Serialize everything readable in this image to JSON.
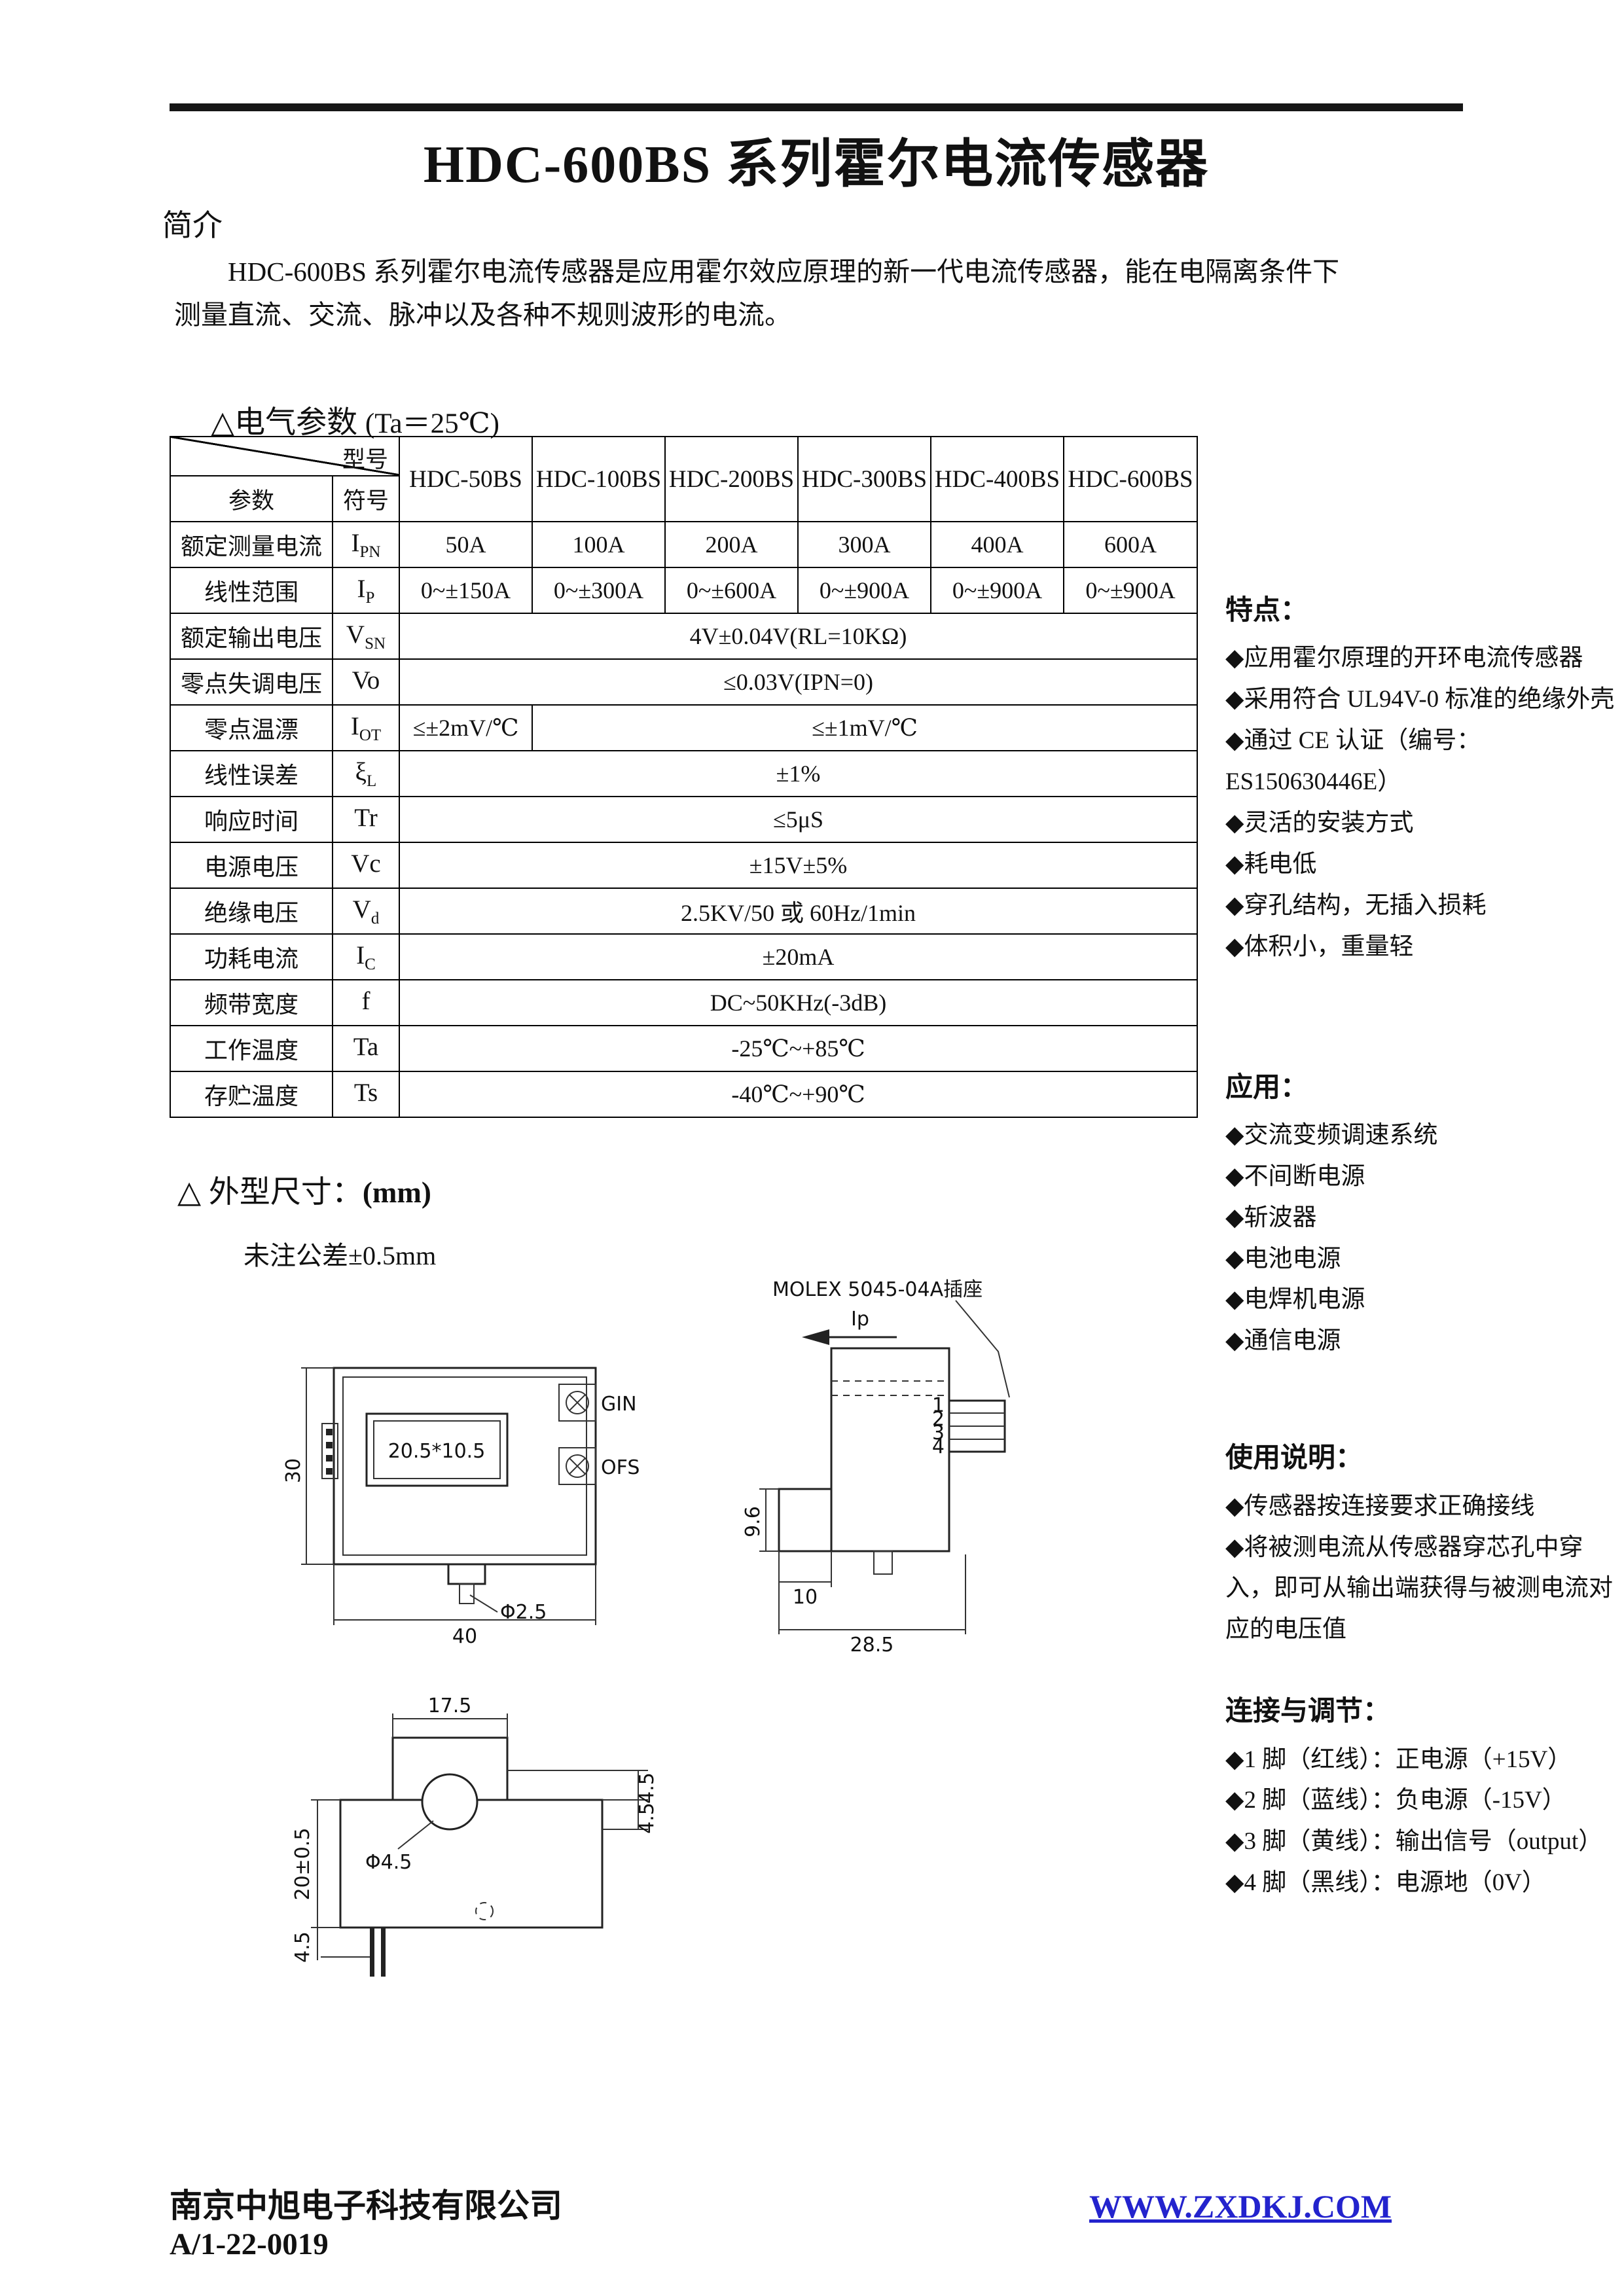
{
  "doc": {
    "title": "HDC-600BS 系列霍尔电流传感器",
    "intro_heading": "简介",
    "intro_text": "HDC-600BS 系列霍尔电流传感器是应用霍尔效应原理的新一代电流传感器，能在电隔离条件下测量直流、交流、脉冲以及各种不规则波形的电流。"
  },
  "params": {
    "heading": "△电气参数",
    "heading_note": "(Ta＝25℃)",
    "corner_top": "型号",
    "corner_left": "参数",
    "corner_mid": "符号",
    "models": [
      "HDC-50BS",
      "HDC-100BS",
      "HDC-200BS",
      "HDC-300BS",
      "HDC-400BS",
      "HDC-600BS"
    ],
    "rows": [
      {
        "label": "额定测量电流",
        "sym": "I",
        "sub": "PN",
        "cells": [
          "50A",
          "100A",
          "200A",
          "300A",
          "400A",
          "600A"
        ]
      },
      {
        "label": "线性范围",
        "sym": "I",
        "sub": "P",
        "cells": [
          "0~±150A",
          "0~±300A",
          "0~±600A",
          "0~±900A",
          "0~±900A",
          "0~±900A"
        ]
      },
      {
        "label": "额定输出电压",
        "sym": "V",
        "sub": "SN",
        "span": "4V±0.04V(RL=10KΩ)"
      },
      {
        "label": "零点失调电压",
        "sym": "Vo",
        "sub": "",
        "span": "≤0.03V(IPN=0)"
      },
      {
        "label": "零点温漂",
        "sym": "I",
        "sub": "OT",
        "cell_a": "≤±2mV/℃",
        "cell_b": "≤±1mV/℃"
      },
      {
        "label": "线性误差",
        "sym": "ξ",
        "sub": "L",
        "span": "±1%"
      },
      {
        "label": "响应时间",
        "sym": "Tr",
        "sub": "",
        "span": "≤5μS"
      },
      {
        "label": "电源电压",
        "sym": "Vc",
        "sub": "",
        "span": "±15V±5%"
      },
      {
        "label": "绝缘电压",
        "sym": "V",
        "sub": "d",
        "span": "2.5KV/50 或 60Hz/1min"
      },
      {
        "label": "功耗电流",
        "sym": "I",
        "sub": "C",
        "span": "±20mA"
      },
      {
        "label": "频带宽度",
        "sym": "f",
        "sub": "",
        "span": "DC~50KHz(-3dB)"
      },
      {
        "label": "工作温度",
        "sym": "Ta",
        "sub": "",
        "span": "-25℃~+85℃"
      },
      {
        "label": "存贮温度",
        "sym": "Ts",
        "sub": "",
        "span": "-40℃~+90℃"
      }
    ]
  },
  "sidebar": {
    "features": {
      "heading": "特点：",
      "items": [
        "◆应用霍尔原理的开环电流传感器",
        "◆采用符合 UL94V-0 标准的绝缘外壳",
        "◆通过 CE 认证（编号：ES150630446E）",
        "◆灵活的安装方式",
        "◆耗电低",
        "◆穿孔结构，无插入损耗",
        "◆体积小，重量轻"
      ]
    },
    "applications": {
      "heading": "应用：",
      "items": [
        "◆交流变频调速系统",
        "◆不间断电源",
        "◆斩波器",
        "◆电池电源",
        "◆电焊机电源",
        "◆通信电源"
      ]
    },
    "usage": {
      "heading": "使用说明：",
      "items": [
        "◆传感器按连接要求正确接线",
        "◆将被测电流从传感器穿芯孔中穿入，即可从输出端获得与被测电流对应的电压值"
      ]
    },
    "connection": {
      "heading": "连接与调节：",
      "items": [
        "◆1 脚（红线）：正电源（+15V）",
        "◆2 脚（蓝线）：负电源（-15V）",
        "◆3 脚（黄线）：输出信号（output）",
        "◆4 脚（黑线）：电源地（0V）"
      ]
    }
  },
  "dims": {
    "heading": "△ 外型尺寸：",
    "unit": "(mm)",
    "tolerance": "未注公差±0.5mm",
    "front": {
      "h": "30",
      "w": "40",
      "aperture": "20.5*10.5",
      "gin": "GIN",
      "ofs": "OFS",
      "hole": "Φ2.5"
    },
    "side": {
      "connector": "MOLEX 5045-04A插座",
      "current": "Ip",
      "pins": [
        "1",
        "2",
        "3",
        "4"
      ],
      "foot_h": "9.6",
      "foot_w": "10",
      "w": "28.5"
    },
    "top": {
      "w": "17.5",
      "hole": "Φ4.5",
      "r1": "4.5",
      "r2": "4.5",
      "h": "20±0.5",
      "pin_off": "4.5"
    }
  },
  "footer": {
    "company": "南京中旭电子科技有限公司",
    "doc_no": "A/1-22-0019",
    "website": "WWW.ZXDKJ.COM"
  }
}
